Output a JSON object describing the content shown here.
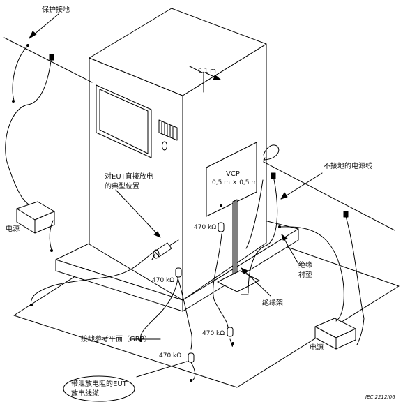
{
  "labels": {
    "protective_earth": "保护接地",
    "distance": "0,1 m",
    "vcp_title": "VCP",
    "vcp_size": "0,5 m × 0,5 m",
    "direct_discharge_line1": "对EUT直接放电",
    "direct_discharge_line2": "的典型位置",
    "ungrounded_power_line": "不接地的电源线",
    "power_supply_left": "电源",
    "power_supply_right": "电源",
    "resistor_470_vcp": "470 kΩ",
    "resistor_470_floor": "470 kΩ",
    "resistor_470_right": "470 kΩ",
    "resistor_470_cable": "470 kΩ",
    "insulating_pad_line1": "绝缘",
    "insulating_pad_line2": "衬垫",
    "insulating_support": "绝缘架",
    "grp": "接地参考平面（GRP）",
    "cable_line1": "带泄放电阻的EUT",
    "cable_line2": "放电线缆",
    "caption": "IEC   2212/06"
  }
}
